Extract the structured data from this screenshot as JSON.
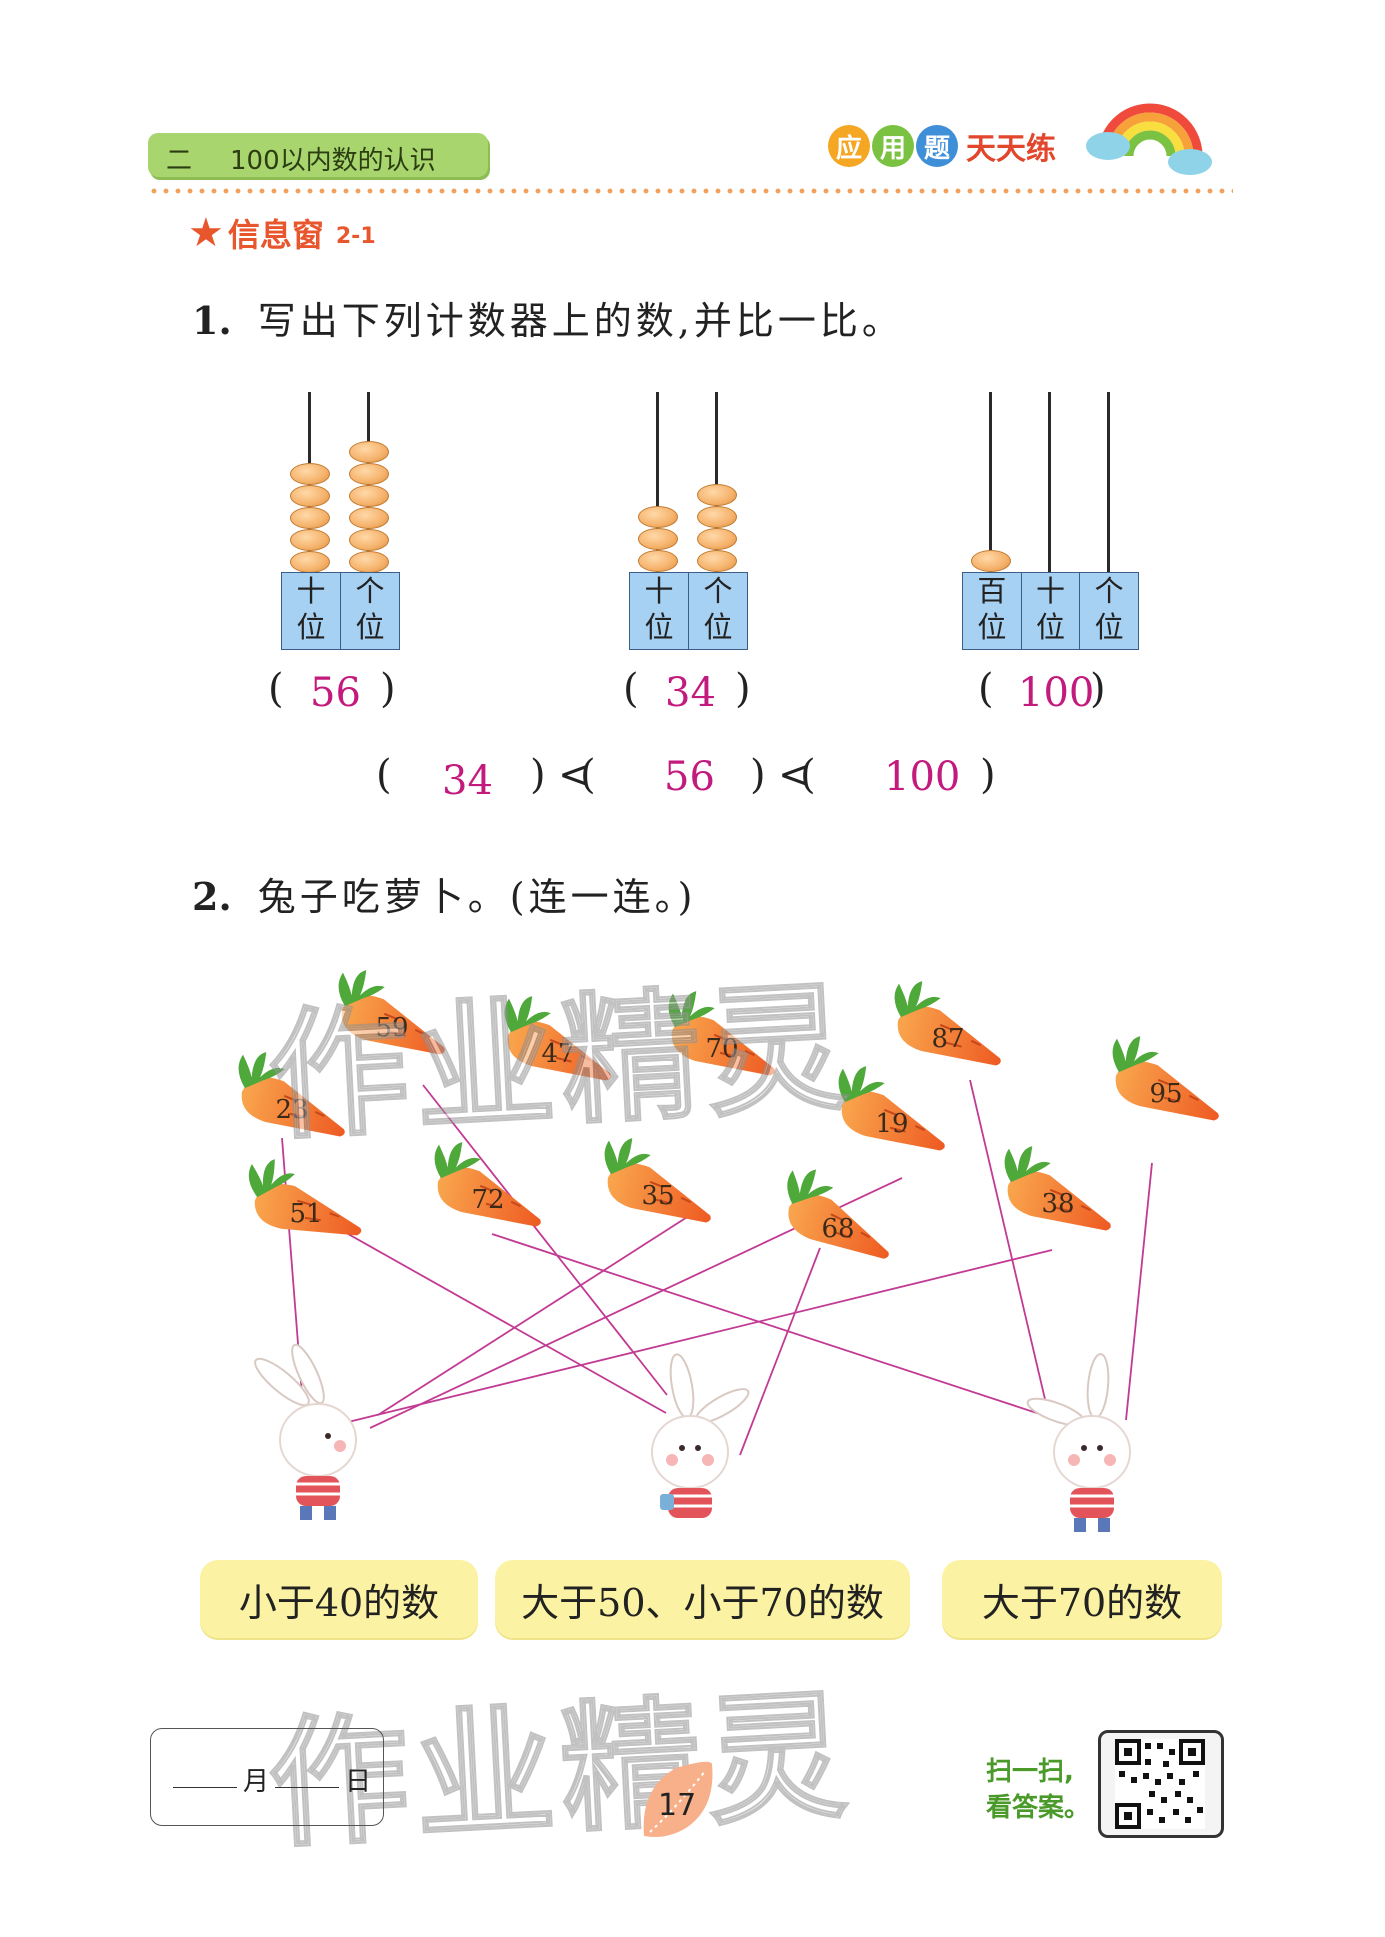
{
  "header": {
    "chapter_num": "二",
    "chapter_title": "100以内数的认识",
    "brand_badges": [
      "应",
      "用",
      "题"
    ],
    "brand_text": "天天练",
    "badge_colors": [
      "#f5a623",
      "#7cc242",
      "#3f8ed8"
    ]
  },
  "section": {
    "title": "信息窗",
    "code": "2-1"
  },
  "q1": {
    "number": "1.",
    "prompt": "写出下列计数器上的数,并比一比。",
    "abaci": [
      {
        "labels": [
          [
            "十",
            "位"
          ],
          [
            "个",
            "位"
          ]
        ],
        "beads": [
          5,
          6
        ],
        "answer": "56"
      },
      {
        "labels": [
          [
            "十",
            "位"
          ],
          [
            "个",
            "位"
          ]
        ],
        "beads": [
          3,
          4
        ],
        "answer": "34"
      },
      {
        "labels": [
          [
            "百",
            "位"
          ],
          [
            "十",
            "位"
          ],
          [
            "个",
            "位"
          ]
        ],
        "beads": [
          1,
          0,
          0
        ],
        "answer": "100"
      }
    ],
    "compare": [
      "34",
      "56",
      "100"
    ],
    "open": "(",
    "close": ")",
    "lt": "<"
  },
  "q2": {
    "number": "2.",
    "prompt": "兔子吃萝卜。(连一连。)",
    "carrots": [
      "59",
      "47",
      "70",
      "87",
      "23",
      "19",
      "95",
      "51",
      "72",
      "35",
      "68",
      "38"
    ],
    "groups": [
      "小于40的数",
      "大于50、小于70的数",
      "大于70的数"
    ]
  },
  "footer": {
    "month": "月",
    "day": "日",
    "page_number": "17",
    "scan_text_line1": "扫一扫,",
    "scan_text_line2": "看答案。"
  },
  "watermark": "作业精灵",
  "colors": {
    "answer": "#c21a7d",
    "line": "#c23a93",
    "carrot": "#f07a2c",
    "accent": "#e8562e"
  }
}
